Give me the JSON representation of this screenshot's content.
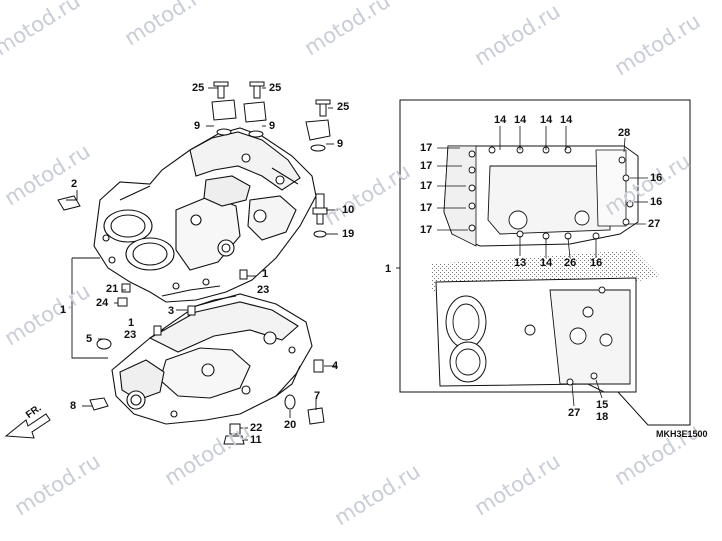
{
  "watermark": "motod.ru",
  "diagram_code": "MKH3E1500",
  "front_marker": "FR.",
  "part_numbers": {
    "p1": "1",
    "p2": "2",
    "p3": "3",
    "p4": "4",
    "p5": "5",
    "p7": "7",
    "p8": "8",
    "p9": "9",
    "p10": "10",
    "p11": "11",
    "p13": "13",
    "p14": "14",
    "p15": "15",
    "p16": "16",
    "p17": "17",
    "p18": "18",
    "p19": "19",
    "p20": "20",
    "p21": "21",
    "p22": "22",
    "p23": "23",
    "p24": "24",
    "p25": "25",
    "p26": "26",
    "p27": "27",
    "p28": "28"
  }
}
